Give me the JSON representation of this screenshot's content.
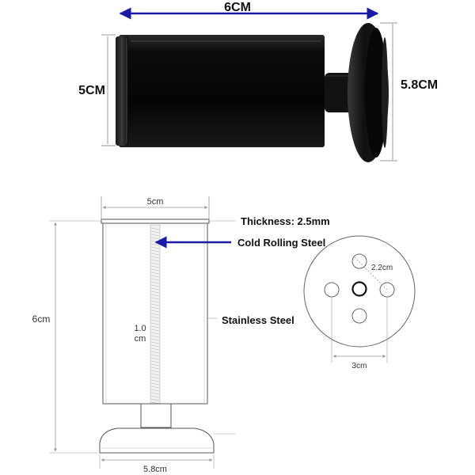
{
  "photo": {
    "width_label": "6CM",
    "height_label": "5CM",
    "base_label": "5.8CM"
  },
  "drawing": {
    "top_width_label": "5cm",
    "height_label": "6cm",
    "base_width_label": "5.8cm",
    "thread_label_value": "1.0",
    "thread_label_unit": "cm",
    "thickness_label": "Thickness: 2.5mm",
    "cold_rolling_label": "Cold Rolling Steel",
    "stainless_label": "Stainless Steel",
    "hole_label": "2.2cm",
    "hole_spacing_label": "3cm"
  },
  "colors": {
    "arrow_blue": "#1a1aa8",
    "leg_black": "#111111",
    "line_gray": "#9a9a9a"
  }
}
